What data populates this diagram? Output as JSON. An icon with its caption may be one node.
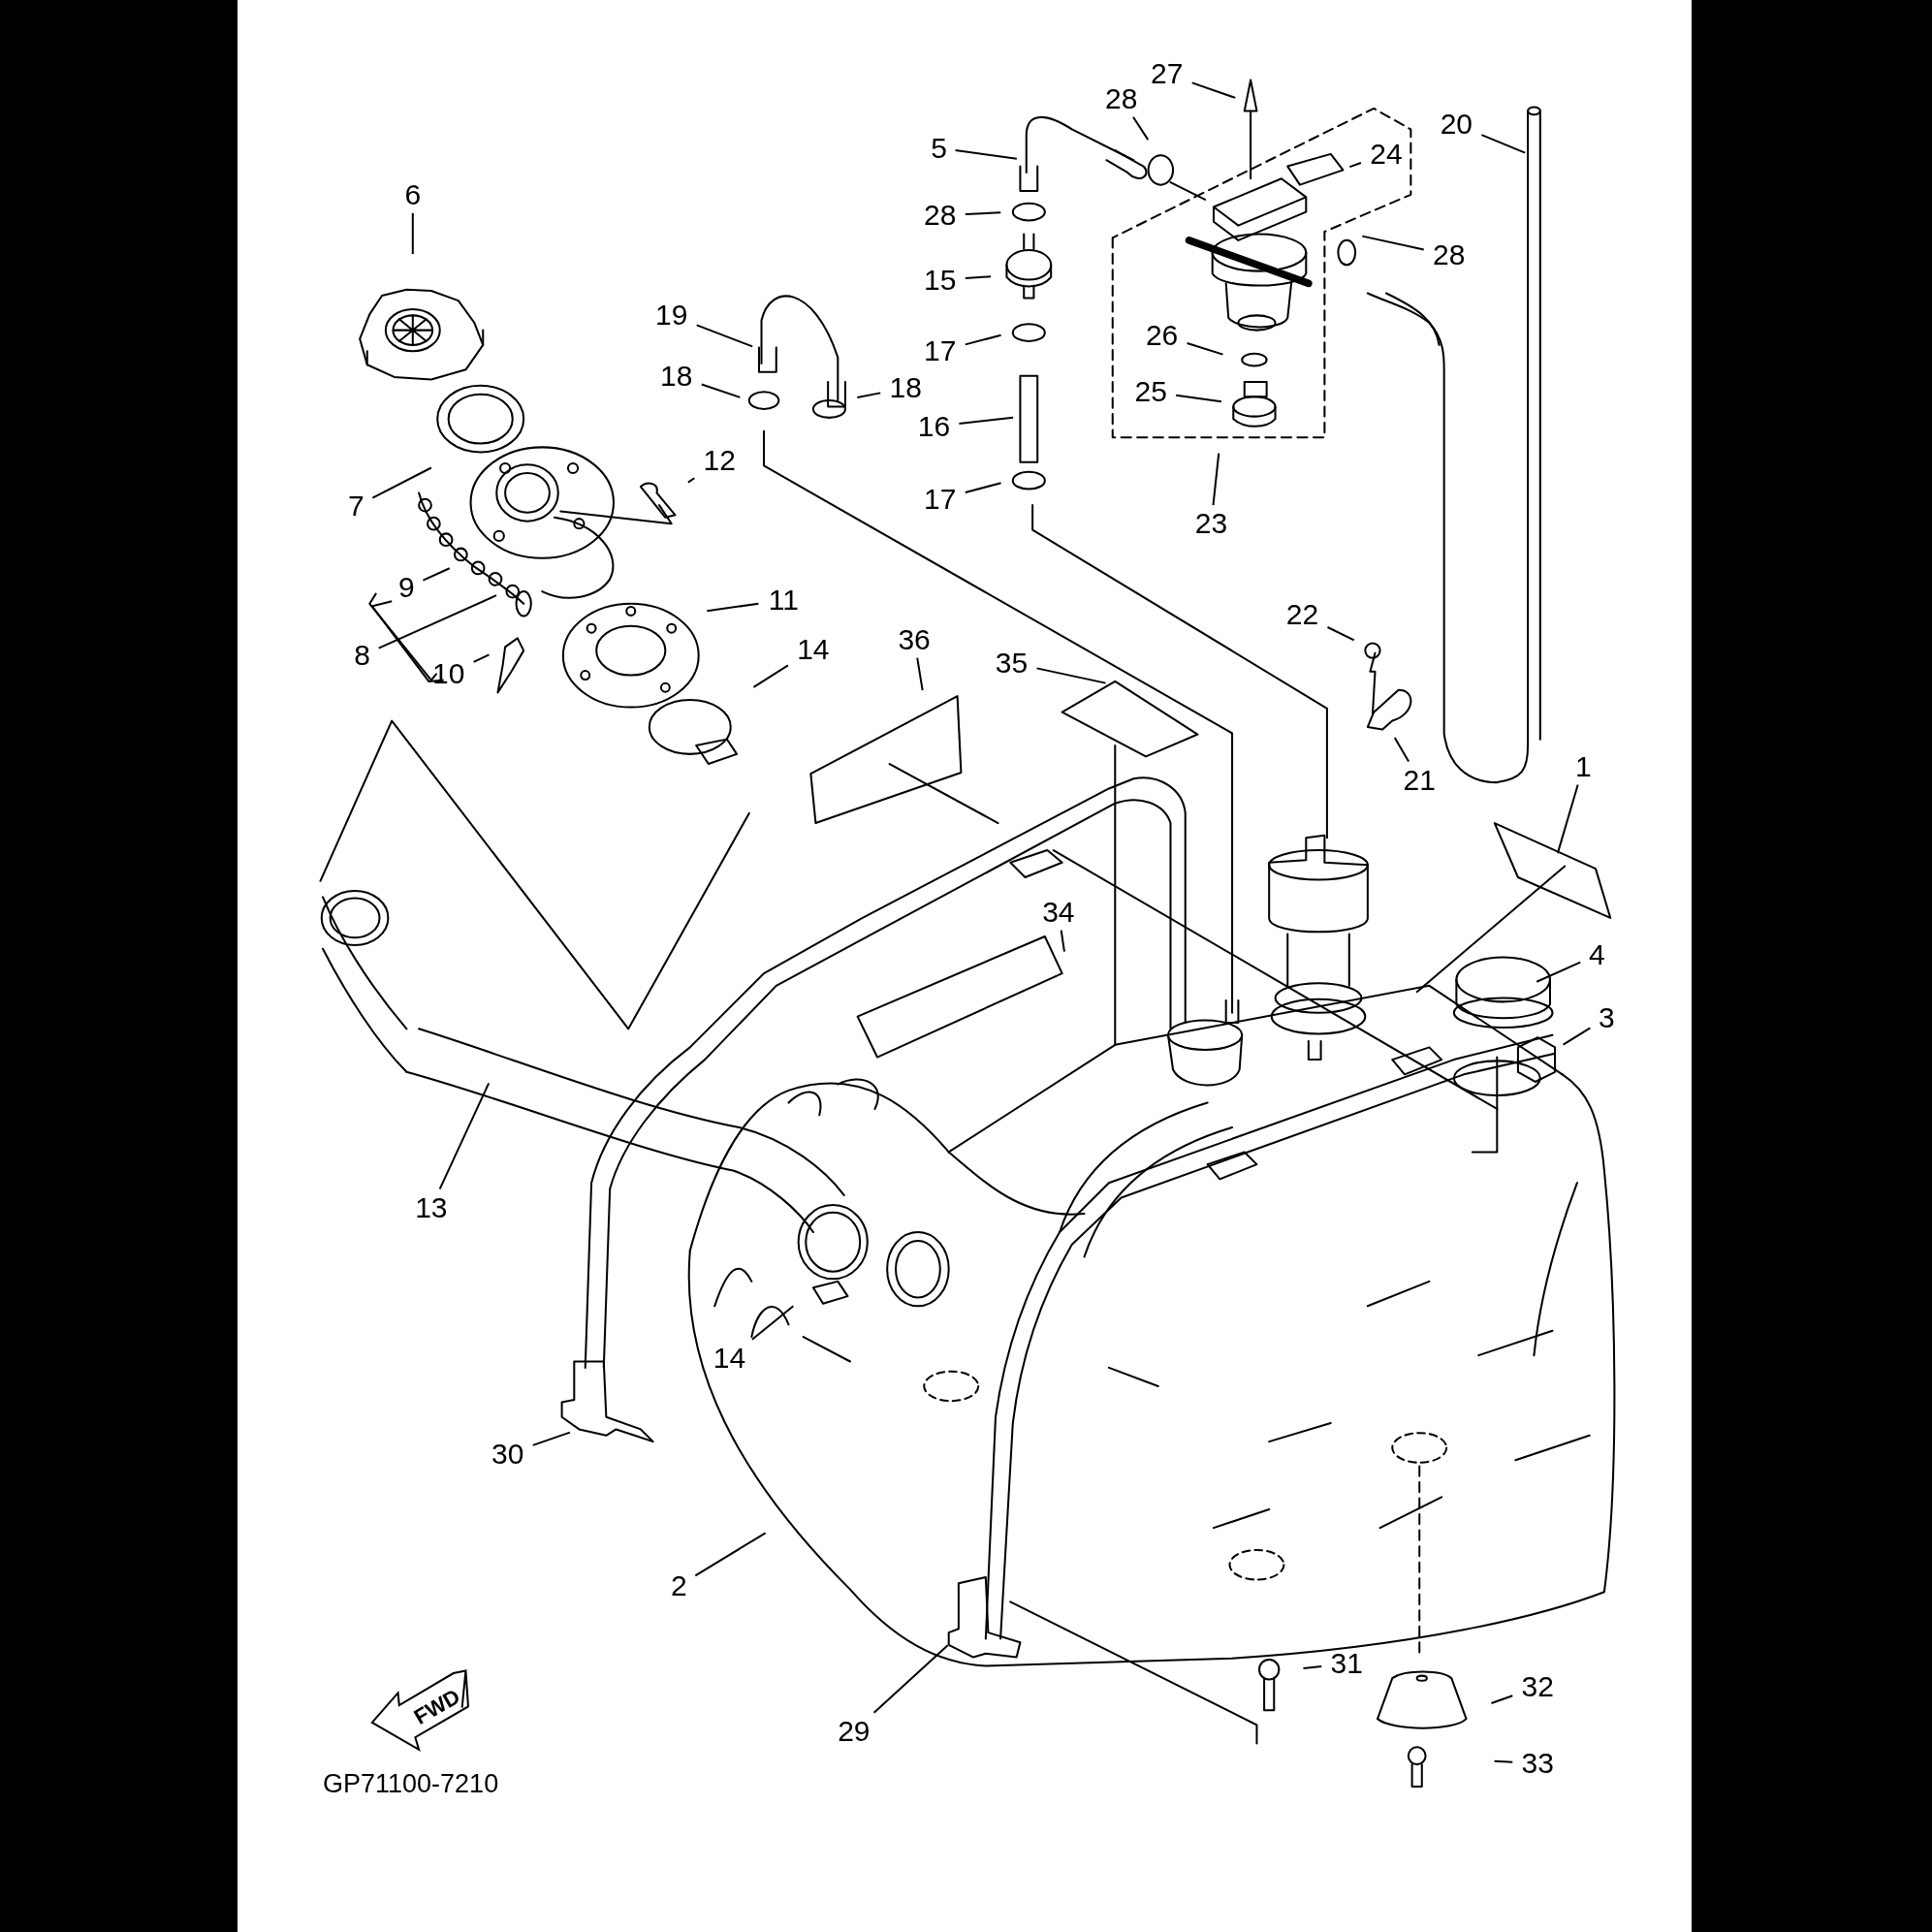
{
  "diagram": {
    "nodes": [
      {
        "text": [
          "27"
        ]
      },
      {
        "text": [
          "28"
        ]
      },
      {
        "text": [
          "20"
        ]
      },
      {
        "text": [
          "5"
        ]
      },
      {
        "text": [
          "24"
        ]
      },
      {
        "text": [
          "6"
        ]
      },
      {
        "text": [
          "28"
        ]
      },
      {
        "text": [
          "28"
        ]
      },
      {
        "text": [
          "15"
        ]
      },
      {
        "text": [
          "19"
        ]
      },
      {
        "text": [
          "26"
        ]
      },
      {
        "text": [
          "17"
        ]
      },
      {
        "text": [
          "18"
        ]
      },
      {
        "text": [
          "18"
        ]
      },
      {
        "text": [
          "25"
        ]
      },
      {
        "text": [
          "16"
        ]
      },
      {
        "text": [
          "12"
        ]
      },
      {
        "text": [
          "7"
        ]
      },
      {
        "text": [
          "17"
        ]
      },
      {
        "text": [
          "23"
        ]
      },
      {
        "text": [
          "9"
        ]
      },
      {
        "text": [
          "11"
        ]
      },
      {
        "text": [
          "22"
        ]
      },
      {
        "text": [
          "36"
        ]
      },
      {
        "text": [
          "14"
        ]
      },
      {
        "text": [
          "8"
        ]
      },
      {
        "text": [
          "35"
        ]
      },
      {
        "text": [
          "10"
        ]
      },
      {
        "text": [
          "1"
        ]
      },
      {
        "text": [
          "21"
        ]
      },
      {
        "text": [
          "34"
        ]
      },
      {
        "text": [
          "4"
        ]
      },
      {
        "text": [
          "3"
        ]
      },
      {
        "text": [
          "13"
        ]
      },
      {
        "text": [
          "14"
        ]
      },
      {
        "text": [
          "30"
        ]
      },
      {
        "text": [
          "2"
        ]
      },
      {
        "text": [
          "31"
        ]
      },
      {
        "text": [
          "32"
        ]
      },
      {
        "text": [
          "29"
        ]
      },
      {
        "text": [
          "33"
        ]
      }
    ],
    "edges": [
      {
        "from": 0,
        "to": null,
        "arrow": "none"
      },
      {
        "from": 1,
        "to": null,
        "arrow": "none"
      },
      {
        "from": 2,
        "to": null,
        "arrow": "none"
      },
      {
        "from": 3,
        "to": null,
        "arrow": "none"
      },
      {
        "from": 4,
        "to": null,
        "arrow": "none"
      },
      {
        "from": 5,
        "to": null,
        "arrow": "none"
      },
      {
        "from": 6,
        "to": null,
        "arrow": "none"
      },
      {
        "from": 7,
        "to": null,
        "arrow": "none"
      },
      {
        "from": 8,
        "to": null,
        "arrow": "none"
      },
      {
        "from": 9,
        "to": null,
        "arrow": "none"
      },
      {
        "from": 10,
        "to": null,
        "arrow": "none"
      },
      {
        "from": 11,
        "to": null,
        "arrow": "none"
      },
      {
        "from": 12,
        "to": null,
        "arrow": "none"
      },
      {
        "from": 13,
        "to": null,
        "arrow": "none"
      },
      {
        "from": 14,
        "to": null,
        "arrow": "none"
      },
      {
        "from": 15,
        "to": null,
        "arrow": "none"
      },
      {
        "from": 16,
        "to": null,
        "arrow": "none"
      },
      {
        "from": 17,
        "to": null,
        "arrow": "none"
      },
      {
        "from": 18,
        "to": null,
        "arrow": "none"
      },
      {
        "from": 19,
        "to": null,
        "arrow": "none"
      },
      {
        "from": 20,
        "to": null,
        "arrow": "none"
      },
      {
        "from": 21,
        "to": null,
        "arrow": "none"
      },
      {
        "from": 22,
        "to": null,
        "arrow": "none"
      },
      {
        "from": 23,
        "to": null,
        "arrow": "none"
      },
      {
        "from": 24,
        "to": null,
        "arrow": "none"
      },
      {
        "from": 25,
        "to": null,
        "arrow": "none"
      },
      {
        "from": 26,
        "to": null,
        "arrow": "none"
      },
      {
        "from": 27,
        "to": null,
        "arrow": "none"
      },
      {
        "from": 28,
        "to": null,
        "arrow": "none"
      },
      {
        "from": 29,
        "to": null,
        "arrow": "none"
      },
      {
        "from": 30,
        "to": null,
        "arrow": "none"
      },
      {
        "from": 31,
        "to": null,
        "arrow": "none"
      },
      {
        "from": 32,
        "to": null,
        "arrow": "none"
      },
      {
        "from": 33,
        "to": null,
        "arrow": "none"
      },
      {
        "from": 34,
        "to": null,
        "arrow": "none"
      },
      {
        "from": 35,
        "to": null,
        "arrow": "none"
      },
      {
        "from": 36,
        "to": null,
        "arrow": "none"
      },
      {
        "from": 37,
        "to": null,
        "arrow": "none"
      },
      {
        "from": 38,
        "to": null,
        "arrow": "none"
      },
      {
        "from": 39,
        "to": null,
        "arrow": "none"
      },
      {
        "from": 40,
        "to": null,
        "arrow": "none"
      }
    ],
    "labels": [
      "FWD",
      "GP71100-7210"
    ]
  }
}
